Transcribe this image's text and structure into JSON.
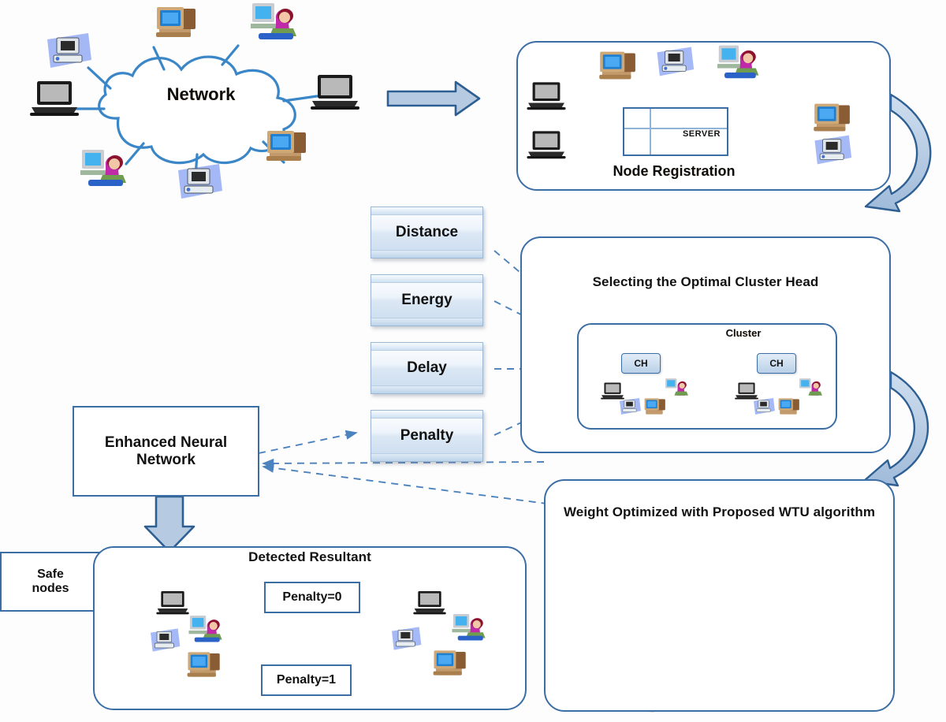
{
  "diagram": {
    "title": "Proposed secure clustering and optimization workflow",
    "accent_border": "#3b6ea5",
    "arrow_fill": "#b6cbe2",
    "arrow_stroke": "#2e5f92",
    "dash_color": "#4c82bd"
  },
  "network_stage": {
    "cloud_label": "Network"
  },
  "node_registration": {
    "title": "Node Registration",
    "server_label": "SERVER"
  },
  "parameters": [
    {
      "label": "Distance"
    },
    {
      "label": "Energy"
    },
    {
      "label": "Delay"
    },
    {
      "label": "Penalty"
    }
  ],
  "cluster_head": {
    "title": "Selecting the Optimal Cluster Head",
    "cluster_label": "Cluster",
    "ch_label_left": "CH",
    "ch_label_right": "CH"
  },
  "wtu": {
    "title": "Weight Optimized with\nProposed WTU algorithm"
  },
  "neural_network": {
    "label": "Enhanced Neural\nNetwork"
  },
  "safe_nodes": {
    "label": "Safe\nnodes"
  },
  "detected": {
    "title": "Detected Resultant",
    "penalty_zero": "Penalty=0",
    "penalty_one": "Penalty=1"
  }
}
